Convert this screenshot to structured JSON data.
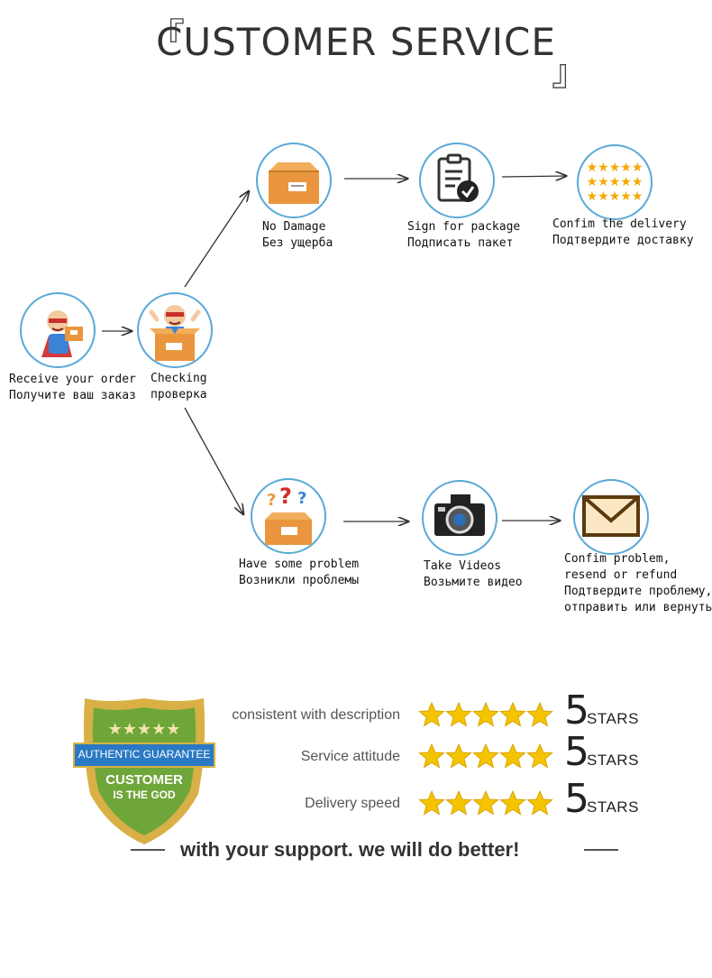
{
  "header": {
    "title": "CUSTOMER SERVICE",
    "bracket_open": "『",
    "bracket_close": "』"
  },
  "flow": {
    "receive": {
      "line1": "Receive your order",
      "line2": "Получите ваш заказ"
    },
    "checking": {
      "line1": "Checking",
      "line2": "проверка"
    },
    "no_damage": {
      "line1": "No Damage",
      "line2": "Без ущерба"
    },
    "sign": {
      "line1": "Sign for package",
      "line2": "Подписать пакет"
    },
    "confirm_delivery": {
      "line1": "Confim the delivery",
      "line2": "Подтвердите доставку"
    },
    "problem": {
      "line1": "Have some problem",
      "line2": "Возникли проблемы"
    },
    "videos": {
      "line1": "Take Videos",
      "line2": "Возьмите видео"
    },
    "confirm_problem": {
      "line1": "Confim problem,",
      "line2": "resend or refund",
      "line3": "Подтвердите проблему,",
      "line4": "отправить или вернуть"
    },
    "problem_marks": "???"
  },
  "badge": {
    "ribbon": "AUTHENTIC GUARANTEE",
    "line1": "CUSTOMER",
    "line2": "IS THE GOD"
  },
  "ratings": [
    {
      "label": "consistent with description",
      "value": "5",
      "unit": "STARS",
      "stars": 5
    },
    {
      "label": "Service attitude",
      "value": "5",
      "unit": "STARS",
      "stars": 5
    },
    {
      "label": "Delivery speed",
      "value": "5",
      "unit": "STARS",
      "stars": 5
    }
  ],
  "footer": {
    "text": "with your support. we will do better!"
  },
  "colors": {
    "node_border": "#5aa9d8",
    "box": "#e9963e",
    "star": "#f5c400",
    "badge_green": "#6fa63a",
    "badge_gold": "#d8b046"
  }
}
